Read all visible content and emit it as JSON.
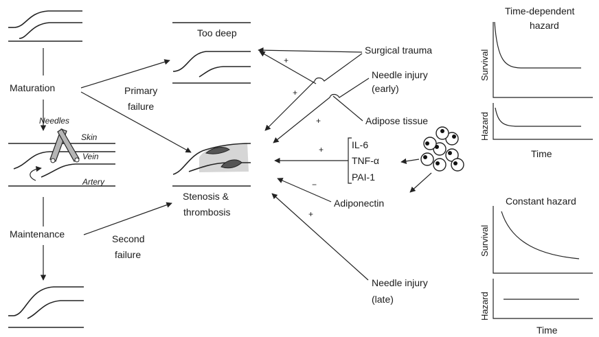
{
  "stages": {
    "maturation": "Maturation",
    "maintenance": "Maintenance"
  },
  "failures": {
    "primary_line1": "Primary",
    "primary_line2": "failure",
    "second_line1": "Second",
    "second_line2": "failure"
  },
  "access_labels": {
    "needles": "Needles",
    "skin": "Skin",
    "vein": "Vein",
    "artery": "Artery",
    "too_deep": "Too deep",
    "stenosis_line1": "Stenosis &",
    "stenosis_line2": "thrombosis"
  },
  "factors": {
    "surgical_trauma": "Surgical trauma",
    "needle_early_line1": "Needle injury",
    "needle_early_line2": "(early)",
    "adipose_tissue": "Adipose tissue",
    "cytokines": [
      "IL-6",
      "TNF-α",
      "PAI-1"
    ],
    "adiponectin": "Adiponectin",
    "needle_late_line1": "Needle injury",
    "needle_late_line2": "(late)"
  },
  "signs": {
    "surgical": "+",
    "needle_early_a": "+",
    "needle_early_b": "+",
    "cytokines": "+",
    "adiponectin": "−",
    "needle_late": "+"
  },
  "panels": {
    "time_dependent": {
      "title_line1": "Time-dependent",
      "title_line2": "hazard",
      "survival_label": "Survival",
      "hazard_label": "Hazard",
      "time_label": "Time"
    },
    "constant": {
      "title": "Constant hazard",
      "survival_label": "Survival",
      "hazard_label": "Hazard",
      "time_label": "Time"
    }
  }
}
